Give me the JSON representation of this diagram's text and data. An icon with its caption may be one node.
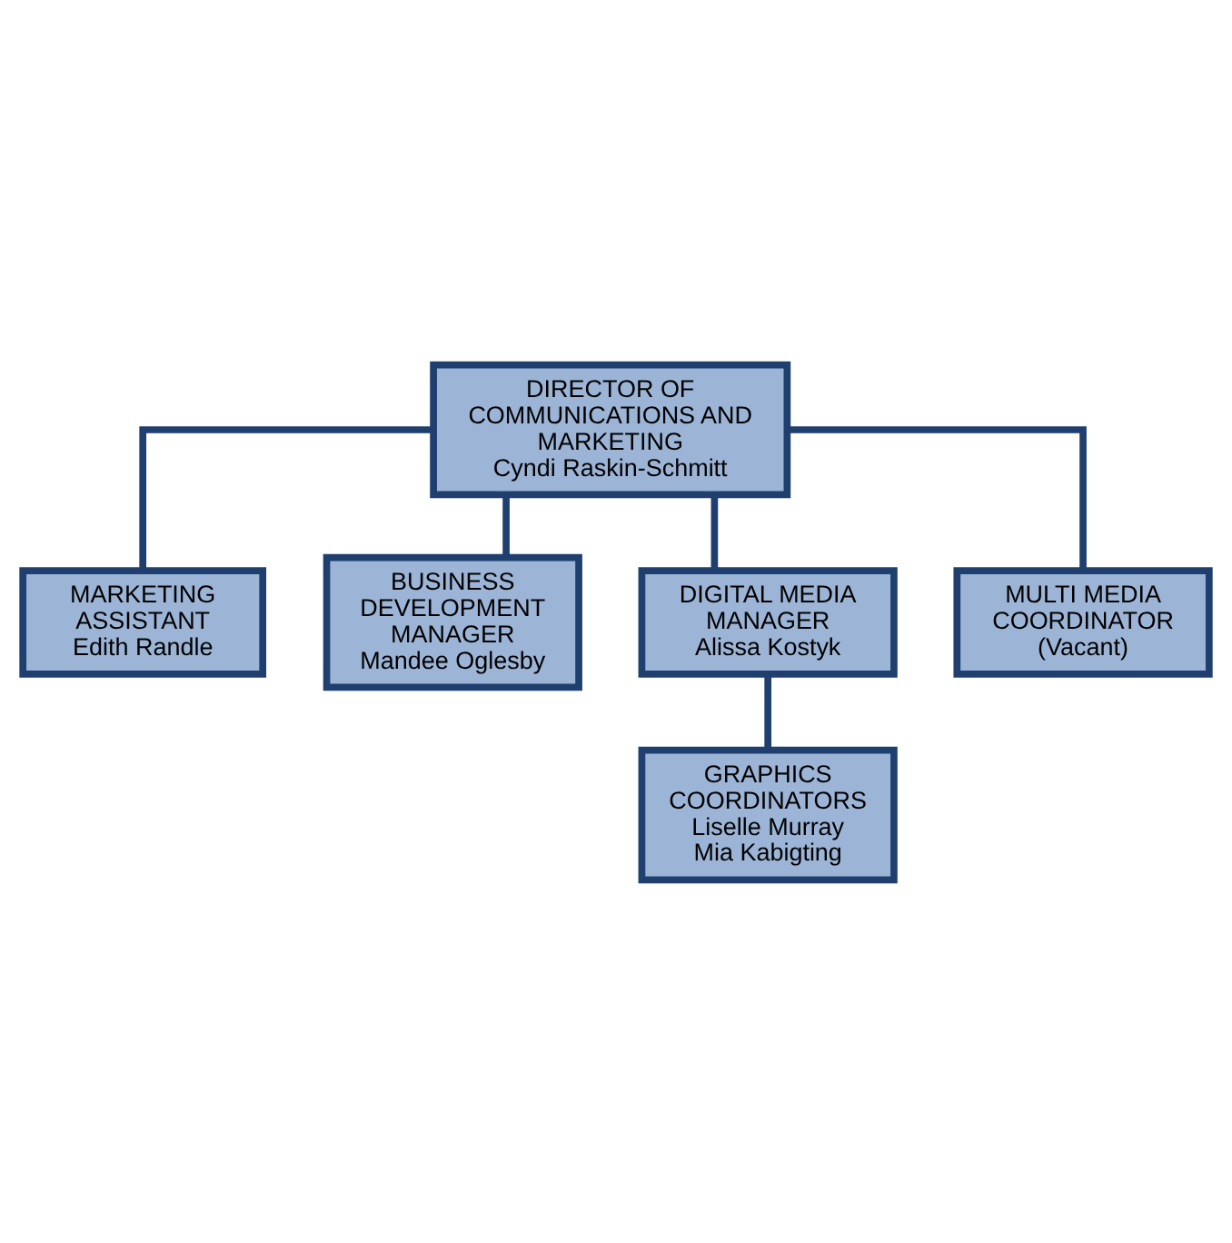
{
  "diagram": {
    "nodes": [
      {
        "text": [
          "DIRECTOR OF COMMUNICATIONS AND MARKETING",
          "Cyndi Raskin-Schmitt"
        ]
      },
      {
        "text": [
          "MARKETING ASSISTANT",
          "Edith Randle"
        ]
      },
      {
        "text": [
          "BUSINESS DEVELOPMENT MANAGER",
          "Mandee Oglesby"
        ]
      },
      {
        "text": [
          "DIGITAL MEDIA MANAGER",
          "Alissa Kostyk"
        ]
      },
      {
        "text": [
          "MULTI MEDIA COORDINATOR",
          "(Vacant)"
        ]
      },
      {
        "text": [
          "GRAPHICS COORDINATORS",
          "Liselle Murray",
          "Mia Kabigting"
        ]
      }
    ],
    "edges": [
      {
        "from": 0,
        "to": 1,
        "arrow": "none"
      },
      {
        "from": 0,
        "to": 2,
        "arrow": "none"
      },
      {
        "from": 0,
        "to": 3,
        "arrow": "none"
      },
      {
        "from": 0,
        "to": 4,
        "arrow": "none"
      },
      {
        "from": 3,
        "to": 5,
        "arrow": "none"
      }
    ]
  }
}
